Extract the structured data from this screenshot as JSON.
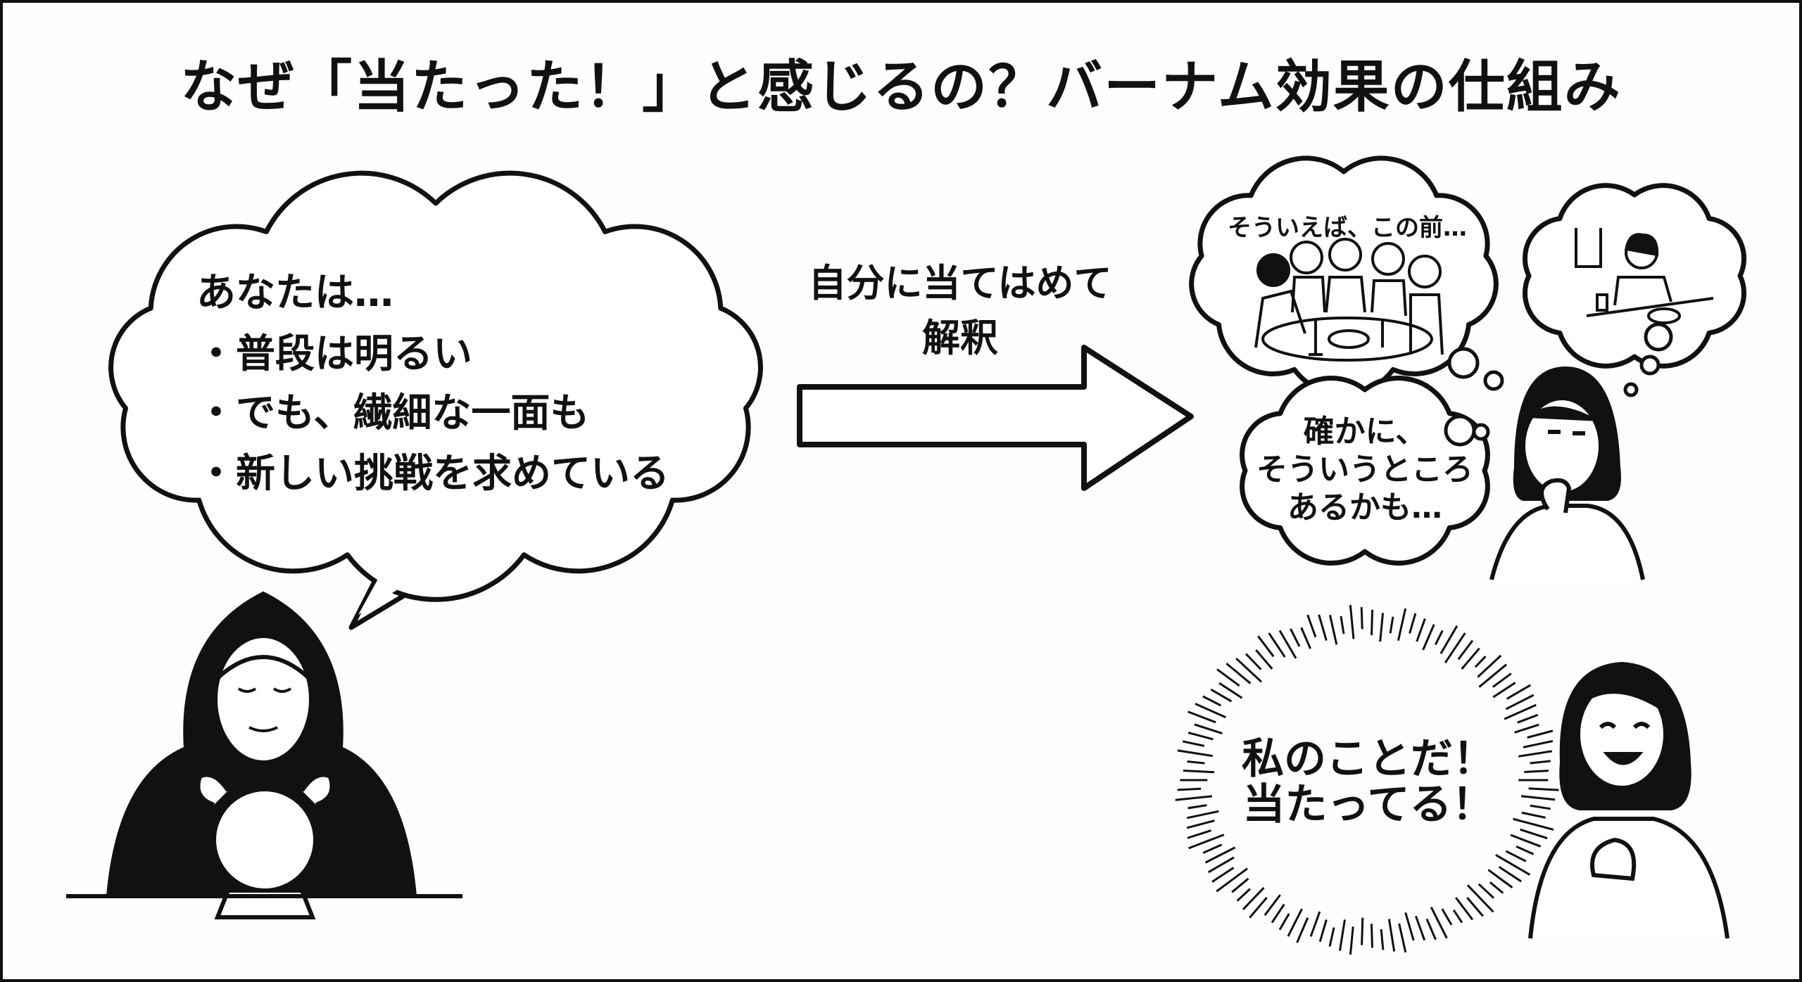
{
  "title": "なぜ「当たった！」と感じるの？バーナム効果の仕組み",
  "fortune_teller_bubble": {
    "intro": "あなたは…",
    "bullets": [
      "・普段は明るい",
      "・でも、繊細な一面も",
      "・新しい挑戦を求めている"
    ]
  },
  "arrow_label": {
    "line1": "自分に当てはめて",
    "line2": "解釈"
  },
  "memory_bubble": {
    "text": "そういえば、この前…"
  },
  "reflection_bubble": {
    "line1": "確かに、",
    "line2": "そういうところ",
    "line3": "あるかも…"
  },
  "conclusion_burst": {
    "line1": "私のことだ！",
    "line2": "当たってる！"
  },
  "colors": {
    "ink": "#111111",
    "background": "#fefefe"
  }
}
